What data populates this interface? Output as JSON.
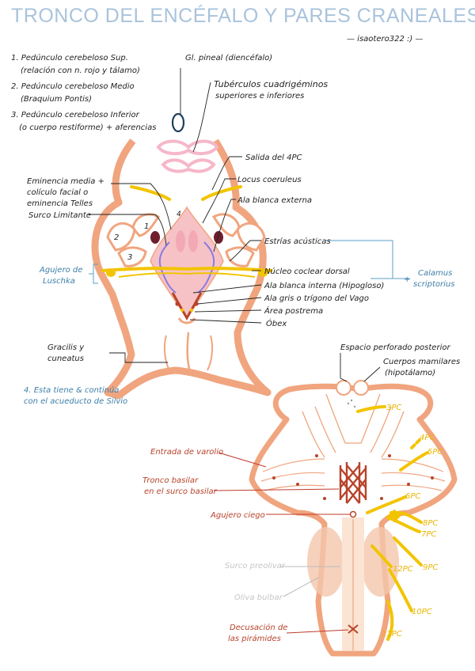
{
  "header": {
    "title": "TRONCO DEL ENCÉFALO Y PARES CRANEALES",
    "signature": "— isaotero322 :) —"
  },
  "top_diagram": {
    "legend": [
      "1. Pedúnculo cerebeloso Sup.",
      "(relación con n. rojo y tálamo)",
      "2. Pedúnculo cerebeloso Medio",
      "(Braquium Pontis)",
      "3. Pedúnculo cerebeloso Inferior",
      "(o cuerpo restiforme) + aferencias"
    ],
    "regions": [
      "1",
      "2",
      "3",
      "4"
    ],
    "labels": {
      "pineal": "Gl. pineal (diencéfalo)",
      "tuberculos_1": "Tubérculos cuadrigéminos",
      "tuberculos_2": "superiores e inferiores",
      "salida_4pc": "Salida del 4PC",
      "locus": "Locus coeruleus",
      "ala_blanca_externa": "Ala blanca externa",
      "eminencia_1": "Eminencia media +",
      "eminencia_2": "colículo facial o",
      "eminencia_3": "eminencia Telles",
      "surco": "Surco Limitante",
      "estrias": "Estrías acústicas",
      "agujero_luschka_1": "Agujero de",
      "agujero_luschka_2": "Luschka",
      "nucleo_coclear": "Núcleo coclear dorsal",
      "calamus_1": "Calamus",
      "calamus_2": "scriptorius",
      "ala_blanca_interna": "Ala blanca interna (Hipogloso)",
      "ala_gris": "Ala gris o trígono del Vago",
      "area_postrema": "Área postrema",
      "obex": "Óbex",
      "gracilis_1": "Gracilis y",
      "gracilis_2": "cuneatus",
      "nota_1": "4. Esta tiene & continúa",
      "nota_2": "con el acueducto de Silvio"
    }
  },
  "bottom_diagram": {
    "labels": {
      "espacio_perforado": "Espacio perforado posterior",
      "cuerpos_1": "Cuerpos mamilares",
      "cuerpos_2": "(hipotálamo)",
      "entrada_varolio": "Entrada de varolio",
      "tronco_basilar_1": "Tronco basilar",
      "tronco_basilar_2": "en el surco basilar",
      "agujero_ciego": "Agujero ciego",
      "surco_preolivar": "Surco preolivar",
      "oliva_bulbar": "Oliva bulbar",
      "decusacion_1": "Decusación de",
      "decusacion_2": "las pirámides"
    },
    "cranial_nerves": [
      "3PC",
      "4PC",
      "5PC",
      "6PC",
      "8PC",
      "7PC",
      "12PC",
      "9PC",
      "10PC",
      "11PC"
    ]
  },
  "colors": {
    "title": "#a9c3dc",
    "outline": "#f0a57f",
    "nerve_gold": "#f2c400",
    "accent_blue": "#3e7fa8",
    "accent_red": "#b8432a",
    "floor_pink": "#f6c2c6",
    "violet": "#8a7be0"
  }
}
